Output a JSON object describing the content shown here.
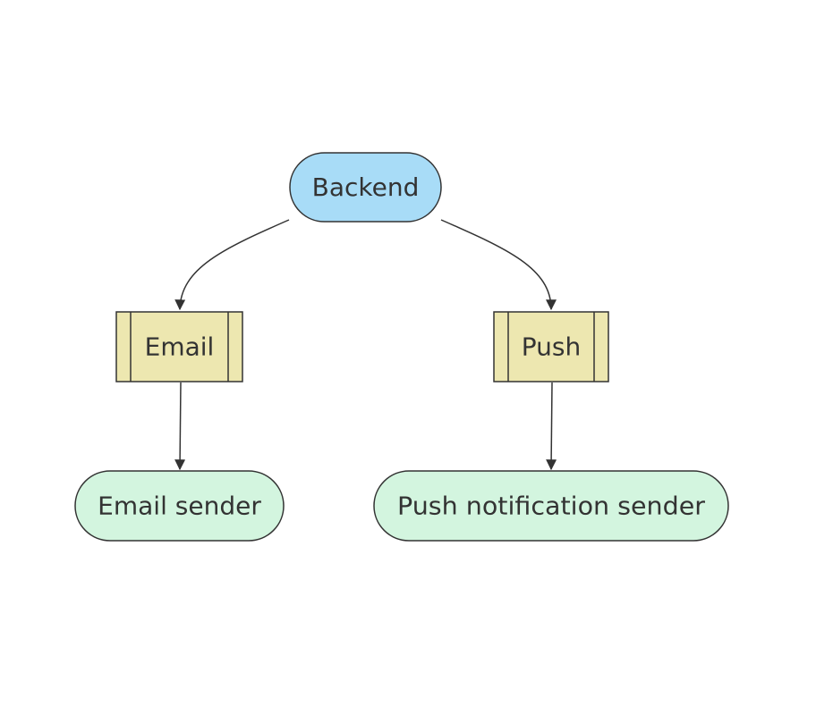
{
  "diagram": {
    "type": "flowchart",
    "colors": {
      "start_fill": "#a8dcf7",
      "queue_fill": "#ede7b0",
      "end_fill": "#d3f5df",
      "stroke": "#333333"
    },
    "nodes": {
      "backend": {
        "label": "Backend",
        "shape": "stadium"
      },
      "email_queue": {
        "label": "Email",
        "shape": "subroutine"
      },
      "push_queue": {
        "label": "Push",
        "shape": "subroutine"
      },
      "email_sender": {
        "label": "Email sender",
        "shape": "stadium"
      },
      "push_sender": {
        "label": "Push notification sender",
        "shape": "stadium"
      }
    },
    "edges": [
      {
        "from": "backend",
        "to": "email_queue"
      },
      {
        "from": "backend",
        "to": "push_queue"
      },
      {
        "from": "email_queue",
        "to": "email_sender"
      },
      {
        "from": "push_queue",
        "to": "push_sender"
      }
    ]
  }
}
